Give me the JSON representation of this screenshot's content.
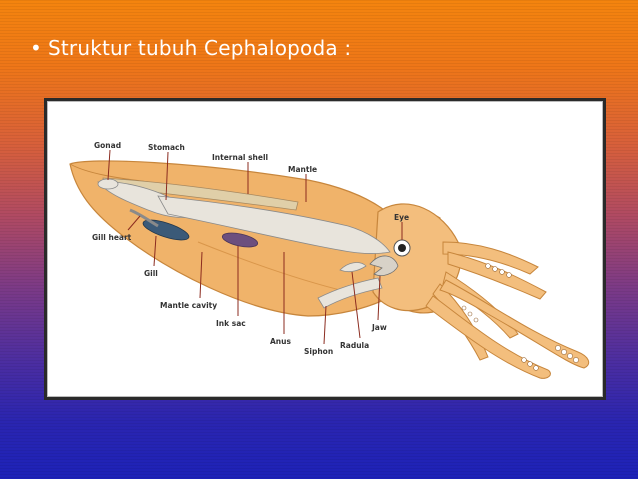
{
  "slide": {
    "bullet": "•",
    "title": "Struktur tubuh Cephalopoda :"
  },
  "diagram": {
    "labels": {
      "gonad": "Gonad",
      "stomach": "Stomach",
      "internal_shell": "Internal shell",
      "mantle": "Mantle",
      "eye": "Eye",
      "gill_heart": "Gill heart",
      "gill": "Gill",
      "mantle_cavity": "Mantle cavity",
      "ink_sac": "Ink sac",
      "anus": "Anus",
      "siphon": "Siphon",
      "radula": "Radula",
      "jaw": "Jaw"
    },
    "colors": {
      "body": "#f0b36a",
      "body_dark": "#d9964a",
      "organ_light": "#e8e4dc",
      "leader": "#8b2b1f",
      "ink": "#6c4f7e",
      "gill": "#3b5a78"
    }
  }
}
